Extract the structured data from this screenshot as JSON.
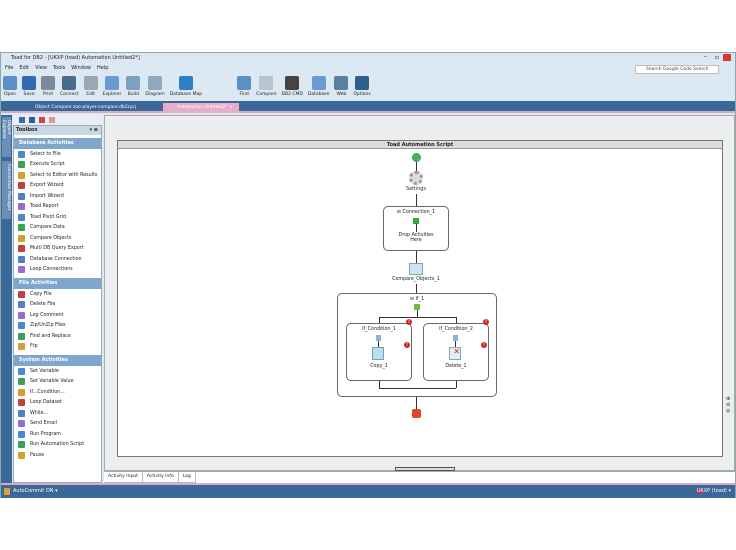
{
  "window": {
    "title": "Toad for DB2 - [UKXP (toad) Automation Untitled2*]"
  },
  "menu": [
    "File",
    "Edit",
    "View",
    "Tools",
    "Window",
    "Help"
  ],
  "toolbar": [
    {
      "label": "Open",
      "icon": "folder-open-icon",
      "color": "#5b8fc7"
    },
    {
      "label": "Save",
      "icon": "floppy-disk-icon",
      "color": "#2f6bb0"
    },
    {
      "label": "Print",
      "icon": "printer-icon",
      "color": "#7a8a99"
    },
    {
      "label": "Connect",
      "icon": "plug-icon",
      "color": "#4a6a8a"
    },
    {
      "label": "Edit",
      "icon": "pencil-icon",
      "color": "#9aa8b5"
    },
    {
      "label": "Explorer",
      "icon": "database-explorer-icon",
      "color": "#6c9bcf"
    },
    {
      "label": "Build",
      "icon": "build-icon",
      "color": "#7f9fbf"
    },
    {
      "label": "Diagram",
      "icon": "diagram-icon",
      "color": "#8fa7bf"
    },
    {
      "label": "Database Map",
      "icon": "database-map-icon",
      "color": "#2f7fc7"
    },
    {
      "label": "Find",
      "icon": "find-icon",
      "color": "#5b8fc7"
    },
    {
      "label": "Compare",
      "icon": "compare-icon",
      "color": "#b8c4cf"
    },
    {
      "label": "DB2 CMD",
      "icon": "command-prompt-icon",
      "color": "#444"
    },
    {
      "label": "Database",
      "icon": "database-icon",
      "color": "#6c9bcf"
    },
    {
      "label": "Web",
      "icon": "globe-icon",
      "color": "#5b7f9f"
    },
    {
      "label": "Options",
      "icon": "tools-icon",
      "color": "#2f5f8f"
    }
  ],
  "search": {
    "placeholder": "Search Google Code Search"
  },
  "doc_tabs": [
    {
      "label": "Object Compare zoo-player-compare.db2cprj",
      "active": false
    },
    {
      "label": "Automation Untitled2*",
      "active": true
    }
  ],
  "side_tabs": [
    "Object Explorer",
    "Connection Manager"
  ],
  "toolbox": {
    "title": "Toolbox",
    "sections": [
      {
        "title": "Database Activities",
        "items": [
          "Select to File",
          "Execute Script",
          "Select to Editor with Results",
          "Export Wizard",
          "Import Wizard",
          "Toad Report",
          "Toad Pivot Grid",
          "Compare Data",
          "Compare Objects",
          "Multi DB Query Export",
          "Database Connection",
          "Loop Connections"
        ]
      },
      {
        "title": "File Activities",
        "items": [
          "Copy File",
          "Delete File",
          "Log Comment",
          "Zip/UnZip Files",
          "Find and Replace",
          "Ftp"
        ]
      },
      {
        "title": "System Activities",
        "items": [
          "Set Variable",
          "Set Variable Value",
          "If...Condition...",
          "Loop Dataset",
          "While...",
          "Send Email",
          "Run Program",
          "Run Automation Script",
          "Pause"
        ]
      }
    ]
  },
  "workflow": {
    "title": "Toad Automation Script",
    "settings": "Settings",
    "connection": "Connection_1",
    "drop_hint": "Drop Activities Here",
    "compare": "Compare_Objects_1",
    "if": "If_1",
    "cond1": "If_Condition_1",
    "cond2": "If_Condition_2",
    "copy": "Copy_1",
    "delete": "Delete_1",
    "error_mark": "!"
  },
  "bottom_tabs": [
    "Activity Input",
    "Activity Info",
    "Log"
  ],
  "status": {
    "autocommit": "AutoCommit ON",
    "connection": "UKXP (toad)"
  },
  "colors": {
    "accent": "#3a6899",
    "tab_highlight": "#e0a8c4",
    "start": "#4caf50",
    "stop": "#e0452a"
  }
}
